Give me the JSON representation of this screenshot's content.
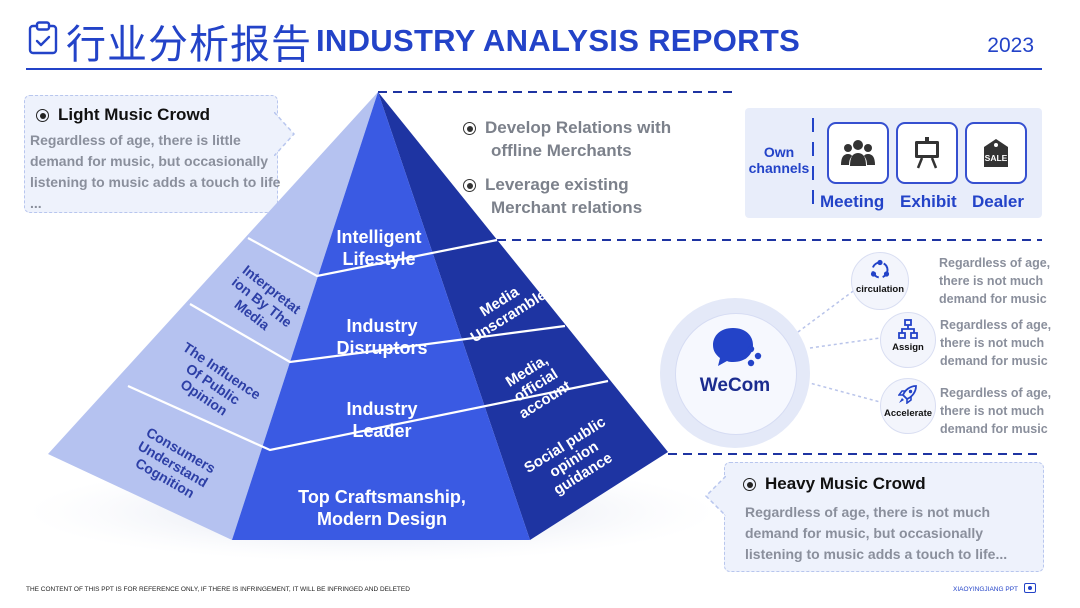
{
  "header": {
    "title_cn": "行业分析报告",
    "title_en": "INDUSTRY ANALYSIS REPORTS",
    "year": "2023"
  },
  "light_crowd": {
    "title": "Light Music Crowd",
    "lines": [
      "Regardless of age, there is little",
      "demand for music, but occasionally",
      "listening to music adds a touch to life",
      "..."
    ]
  },
  "heavy_crowd": {
    "title": "Heavy Music Crowd",
    "lines": [
      "Regardless of age, there is not much",
      "demand for music, but occasionally",
      "listening to music adds a touch to life..."
    ]
  },
  "bullets": [
    [
      "Develop Relations with",
      "offline Merchants"
    ],
    [
      "Leverage existing",
      "Merchant relations"
    ]
  ],
  "pyramid": {
    "front": [
      [
        "Intelligent",
        "Lifestyle"
      ],
      [
        "Industry",
        "Disruptors"
      ],
      [
        "Industry",
        "Leader"
      ],
      [
        "Top Craftsmanship,",
        "Modern Design"
      ]
    ],
    "left": [
      [
        "Interpretat",
        "ion By The",
        "Media"
      ],
      [
        "The Influence",
        "Of Public",
        "Opinion"
      ],
      [
        "Consumers",
        "Understand",
        "Cognition"
      ]
    ],
    "right": [
      [
        "Media",
        "Unscramble"
      ],
      [
        "Media,",
        "official",
        "account"
      ],
      [
        "Social public",
        "opinion",
        "guidance"
      ]
    ]
  },
  "channels": {
    "label": [
      "Own",
      "channels"
    ],
    "items": [
      {
        "label": "Meeting",
        "icon": "people-icon"
      },
      {
        "label": "Exhibit",
        "icon": "easel-icon"
      },
      {
        "label": "Dealer",
        "icon": "sale-tag-icon"
      }
    ],
    "sale_text": "SALE"
  },
  "wecom": {
    "name": "WeCom",
    "features": [
      {
        "label": "circulation",
        "icon": "circulation-icon",
        "lines": [
          "Regardless of age,",
          "there is not much",
          "demand for music"
        ]
      },
      {
        "label": "Assign",
        "icon": "hierarchy-icon",
        "lines": [
          "Regardless of age,",
          "there is not much",
          "demand for music"
        ]
      },
      {
        "label": "Accelerate",
        "icon": "rocket-icon",
        "lines": [
          "Regardless of age,",
          "there is not much",
          "demand for music"
        ]
      }
    ]
  },
  "footer": {
    "left": "THE CONTENT OF THIS PPT IS FOR REFERENCE ONLY, IF THERE IS INFRINGEMENT, IT WILL BE INFRINGED AND DELETED",
    "right": "XIAOYINGJIANG PPT"
  },
  "colors": {
    "accent": "#2343c8",
    "pyramid_front": "#3a5ae3",
    "pyramid_left": "#b5c2f0",
    "pyramid_right": "#1e34a2"
  }
}
